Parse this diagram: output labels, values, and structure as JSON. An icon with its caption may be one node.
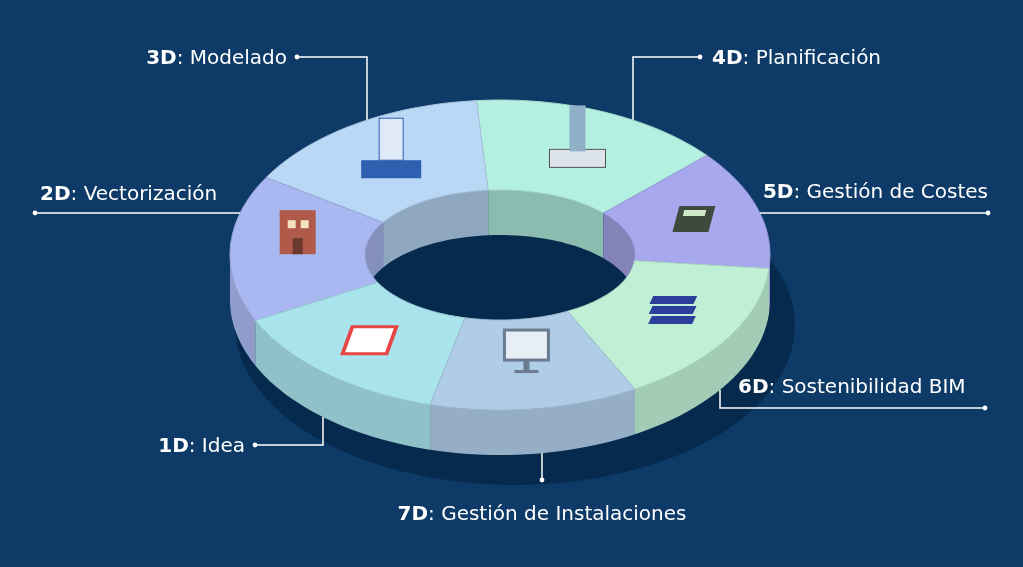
{
  "diagram": {
    "nodes": [
      {
        "text": [
          "**3D**: Modelado"
        ]
      },
      {
        "text": [
          "**4D**: Planificación"
        ]
      },
      {
        "text": [
          "**2D**: Vectorización"
        ]
      },
      {
        "text": [
          "**5D**: Gestión de Costes"
        ]
      },
      {
        "text": [
          "**6D**: Sostenibilidad BIM"
        ]
      },
      {
        "text": [
          "**1D**: Idea"
        ]
      },
      {
        "text": [
          "**7D**: Gestión de Instalaciones"
        ]
      },
      {
        "text": [],
        "shape": "picture"
      },
      {
        "text": [],
        "shape": "picture"
      },
      {
        "text": [],
        "shape": "picture"
      },
      {
        "text": [],
        "shape": "picture"
      },
      {
        "text": [],
        "shape": "picture"
      },
      {
        "text": [],
        "shape": "picture"
      },
      {
        "text": [],
        "shape": "picture"
      }
    ],
    "edges": [
      {
        "from": 0,
        "to": 9,
        "arrow": "other"
      },
      {
        "from": 1,
        "to": 11,
        "arrow": "other"
      },
      {
        "from": 2,
        "to": 7,
        "arrow": "other"
      },
      {
        "from": 3,
        "to": 13,
        "arrow": "other"
      },
      {
        "from": 4,
        "to": 12,
        "arrow": "other"
      },
      {
        "from": 5,
        "to": 8,
        "arrow": "other"
      },
      {
        "from": 6,
        "to": 10,
        "arrow": "other"
      }
    ]
  }
}
